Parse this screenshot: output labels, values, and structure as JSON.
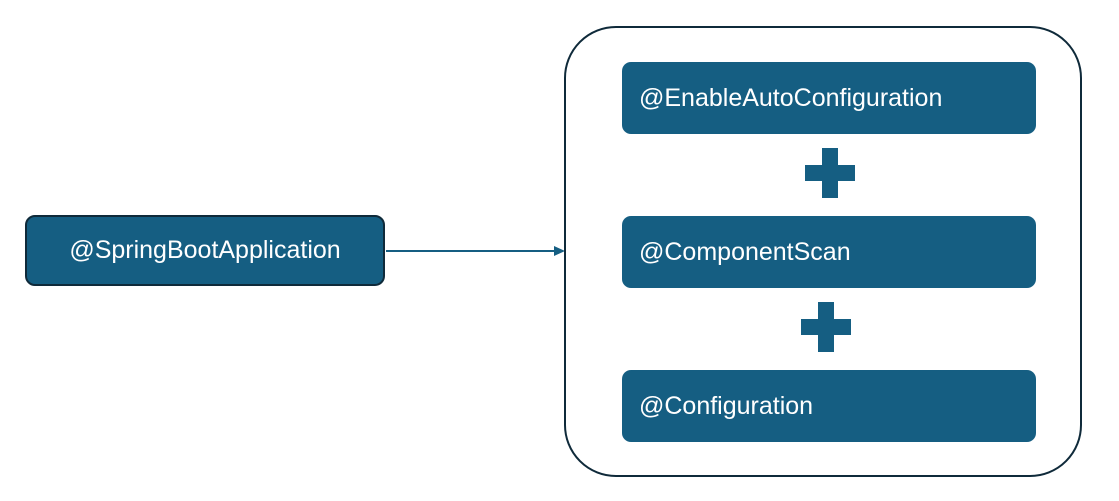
{
  "source": {
    "label": "@SpringBootApplication"
  },
  "annotations": [
    {
      "label": "@EnableAutoConfiguration"
    },
    {
      "label": "@ComponentScan"
    },
    {
      "label": "@Configuration"
    }
  ],
  "operators": [
    "plus-icon",
    "plus-icon"
  ],
  "colors": {
    "box_fill": "#155e82",
    "border": "#0f2a3a",
    "text": "#ffffff",
    "background": "#ffffff"
  }
}
